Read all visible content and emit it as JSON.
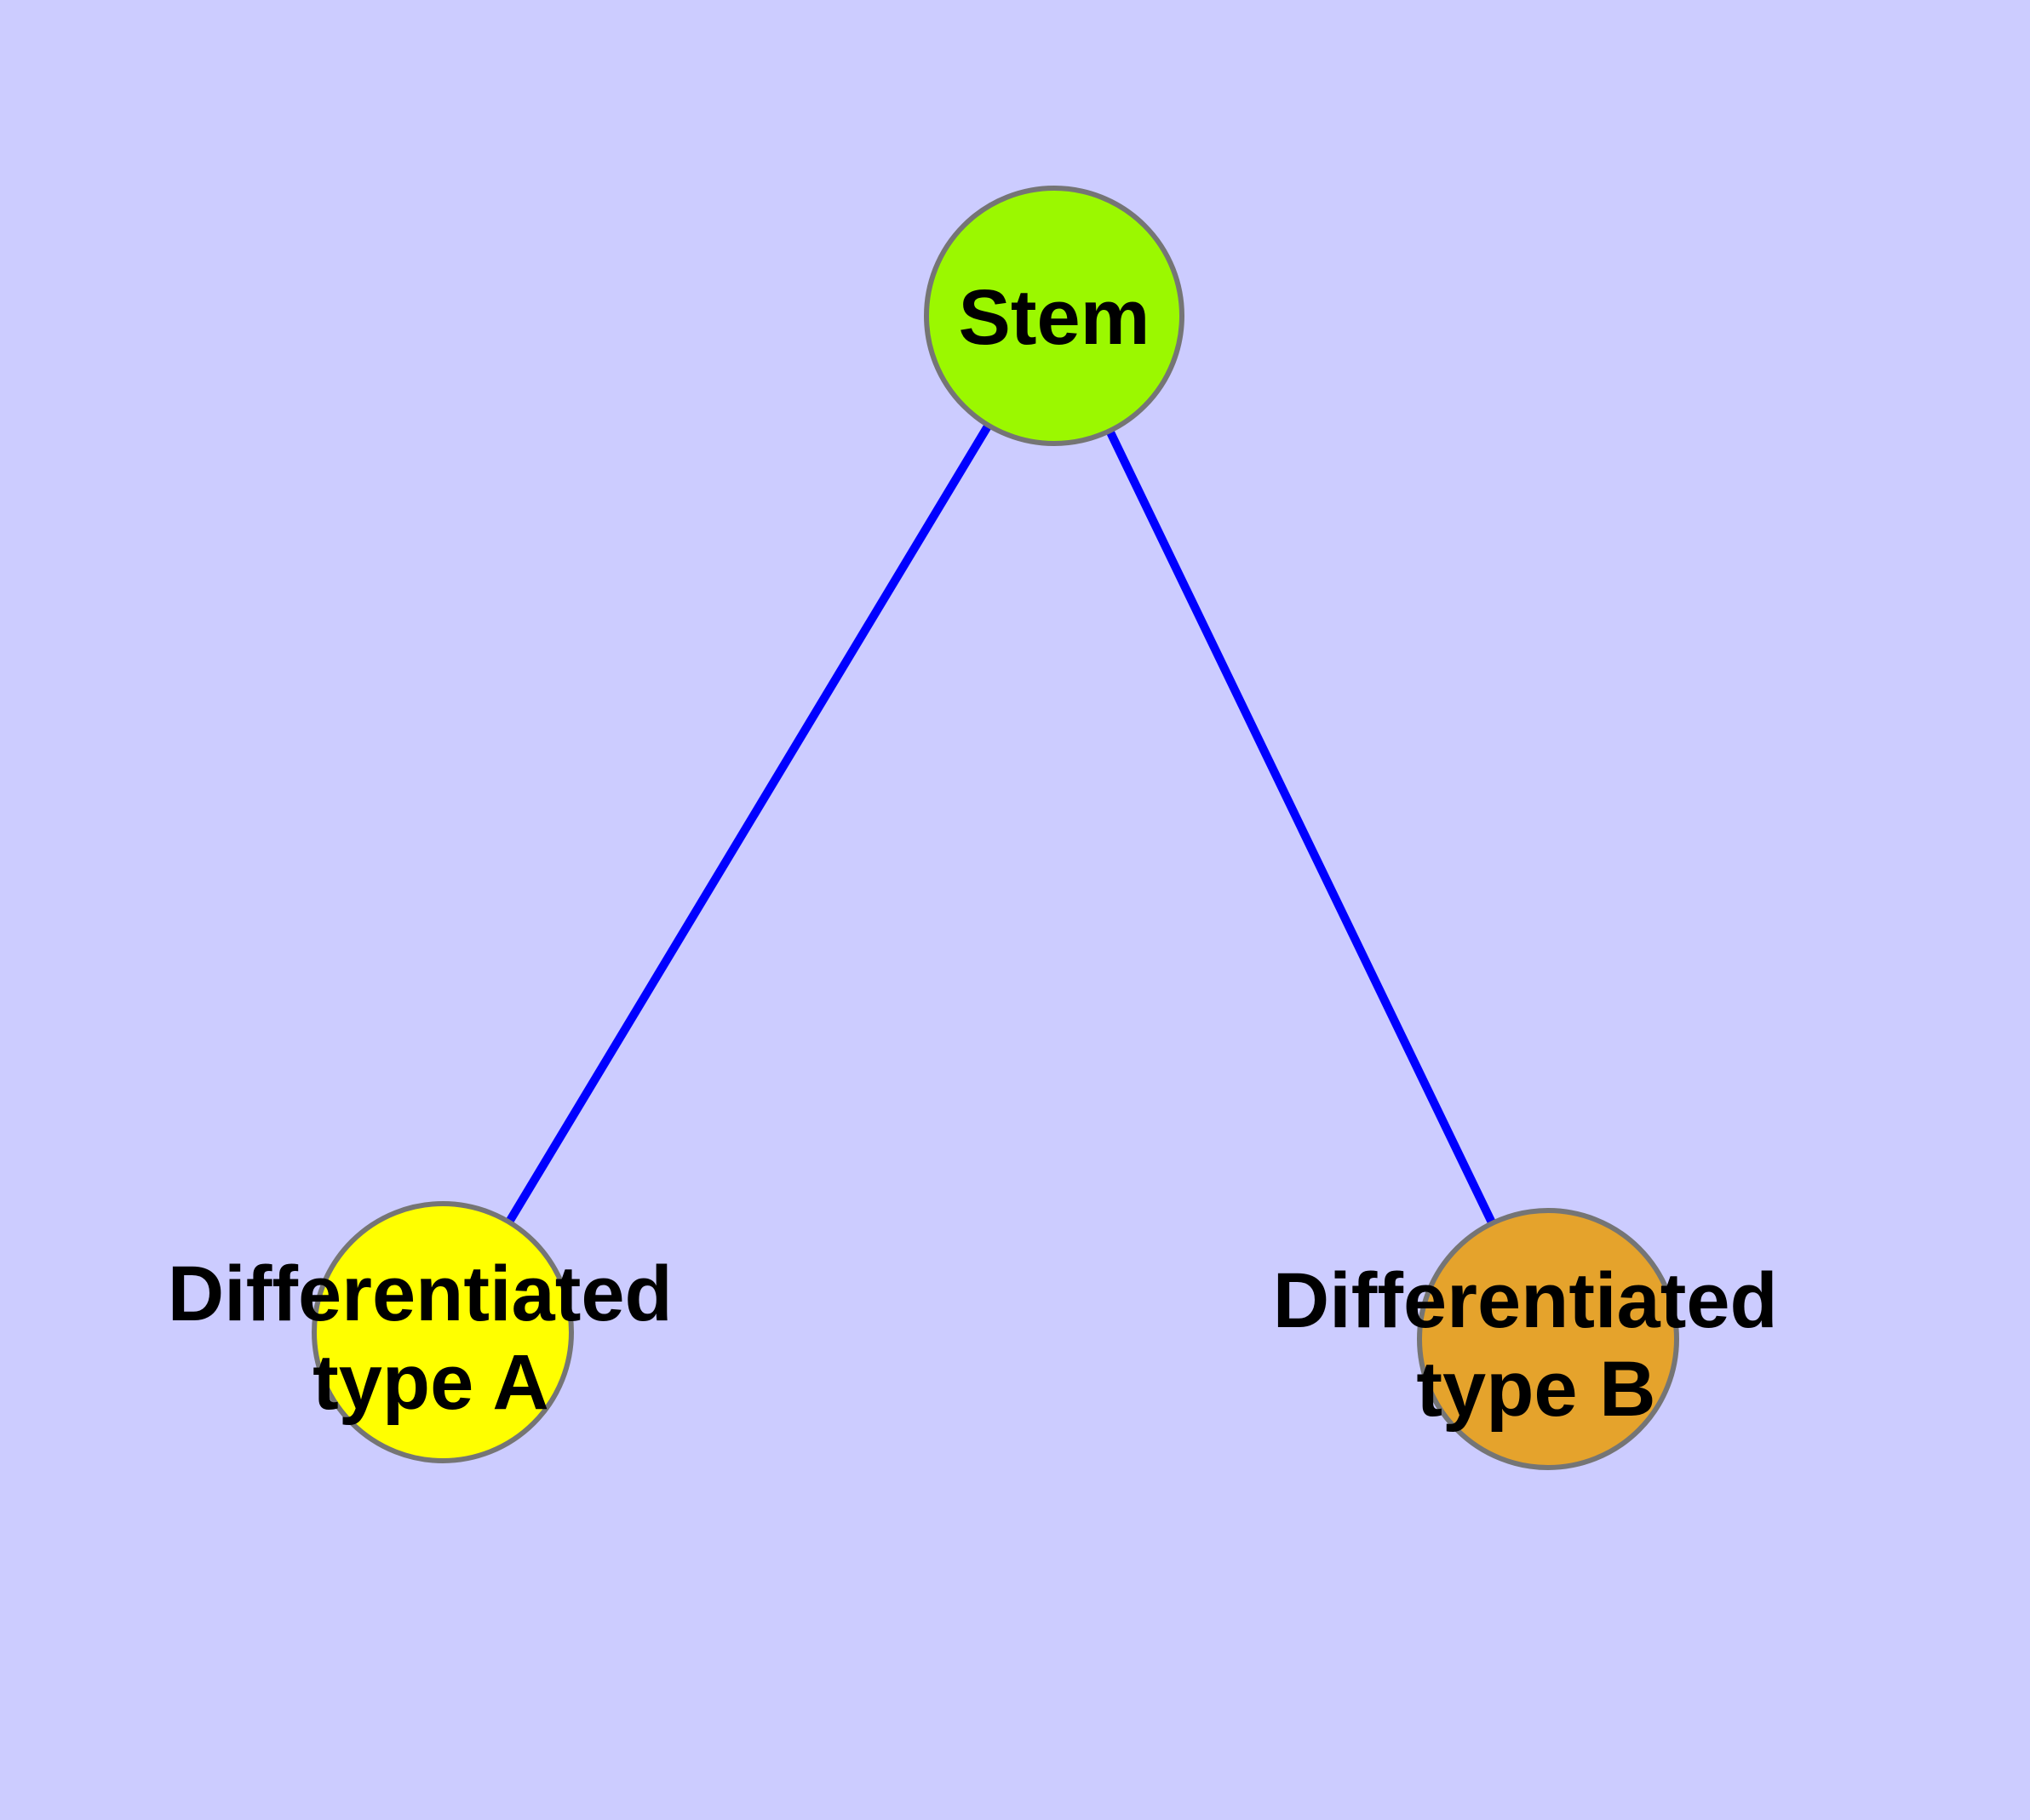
{
  "canvas": {
    "background": "#CCCCFF"
  },
  "nodes": [
    {
      "id": "stem",
      "label": "Stem",
      "color": "#9BF800",
      "border_color": "#757575"
    },
    {
      "id": "type-a",
      "label": "Differentiated type A",
      "label_lines": [
        "Differentiated",
        "type A"
      ],
      "color": "#FFFF00",
      "border_color": "#757575"
    },
    {
      "id": "type-b",
      "label": "Differentiated type B",
      "label_lines": [
        "Differentiated",
        "type B"
      ],
      "color": "#E5A32C",
      "border_color": "#757575"
    }
  ],
  "edges": [
    {
      "from": "stem",
      "to": "type-a",
      "color": "#0000FF"
    },
    {
      "from": "stem",
      "to": "type-b",
      "color": "#0000FF"
    }
  ]
}
